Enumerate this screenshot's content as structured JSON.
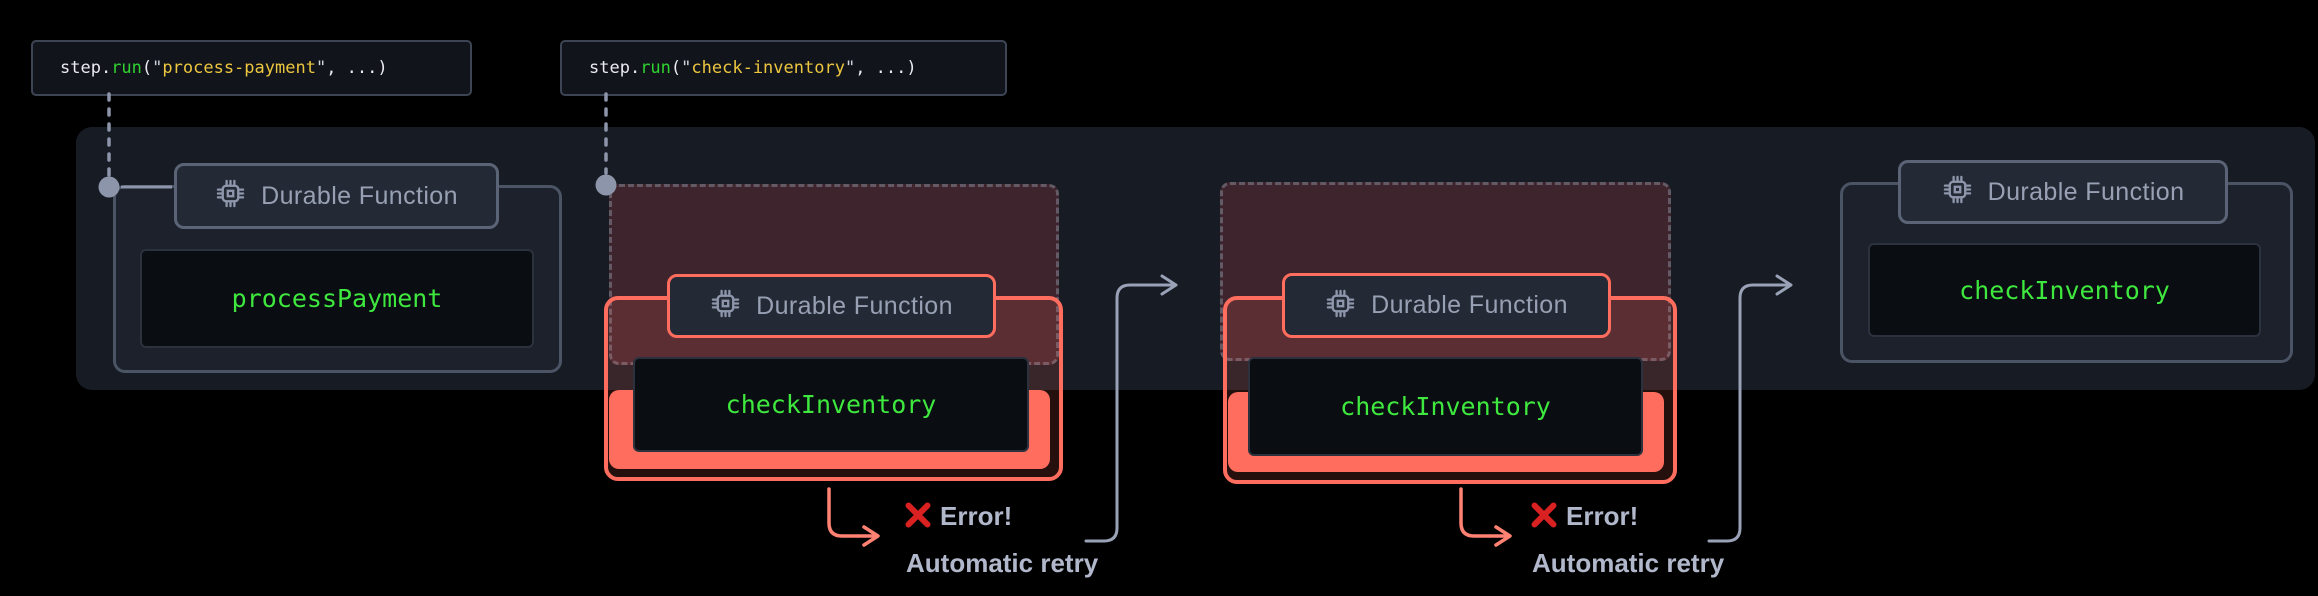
{
  "colors": {
    "background": "#000000",
    "band": "#171b23",
    "card_border": "#4b5465",
    "badge_bg": "#242a35",
    "badge_border": "#5b6477",
    "badge_text": "#98a0b3",
    "code_bg": "#11141b",
    "code_border": "#3d4555",
    "code_plain": "#e9ebf1",
    "code_function": "#2fd32f",
    "code_string": "#ecc63f",
    "function_green": "#3ee83e",
    "salmon": "#ff6d5e",
    "ghost_fill": "rgba(164,60,70,0.28)",
    "connector_gray": "#8d95aa",
    "retry_line_gray": "#9aa2b8",
    "error_x_red": "#d92121",
    "label_text": "#b2b8cb"
  },
  "code_snippets": {
    "first": {
      "obj": "step.",
      "fn": "run",
      "paren": "(",
      "q1": "\"",
      "str": "process-payment",
      "q2": "\"",
      "rest": ", ...)"
    },
    "second": {
      "obj": "step.",
      "fn": "run",
      "paren": "(",
      "q1": "\"",
      "str": "check-inventory",
      "q2": "\"",
      "rest": ", ...)"
    }
  },
  "groups": {
    "g1": {
      "badge": "Durable Function",
      "fn": "processPayment"
    },
    "g2": {
      "badge": "Durable Function",
      "fn": "checkInventory",
      "error": "Error!",
      "retry": "Automatic retry"
    },
    "g3": {
      "badge": "Durable Function",
      "fn": "checkInventory",
      "error": "Error!",
      "retry": "Automatic retry"
    },
    "g4": {
      "badge": "Durable Function",
      "fn": "checkInventory"
    }
  }
}
